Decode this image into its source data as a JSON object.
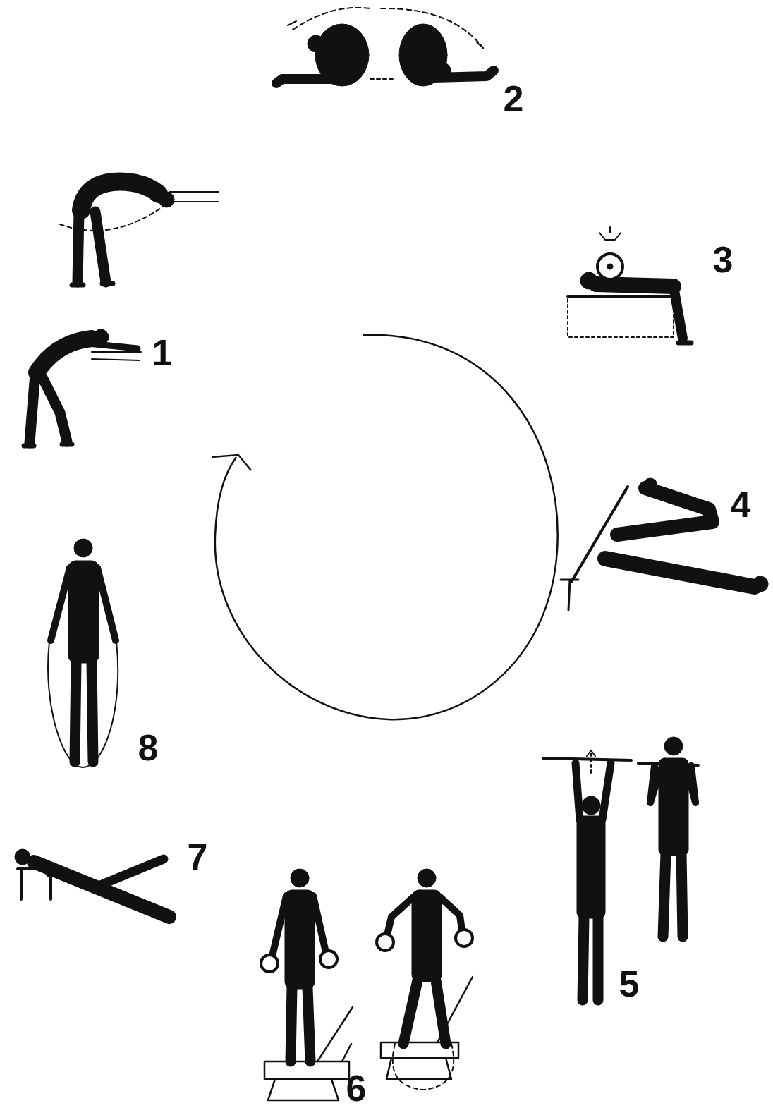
{
  "diagram": {
    "labels": [
      "2",
      "3",
      "1",
      "4",
      "8",
      "5",
      "7",
      "6"
    ]
  }
}
